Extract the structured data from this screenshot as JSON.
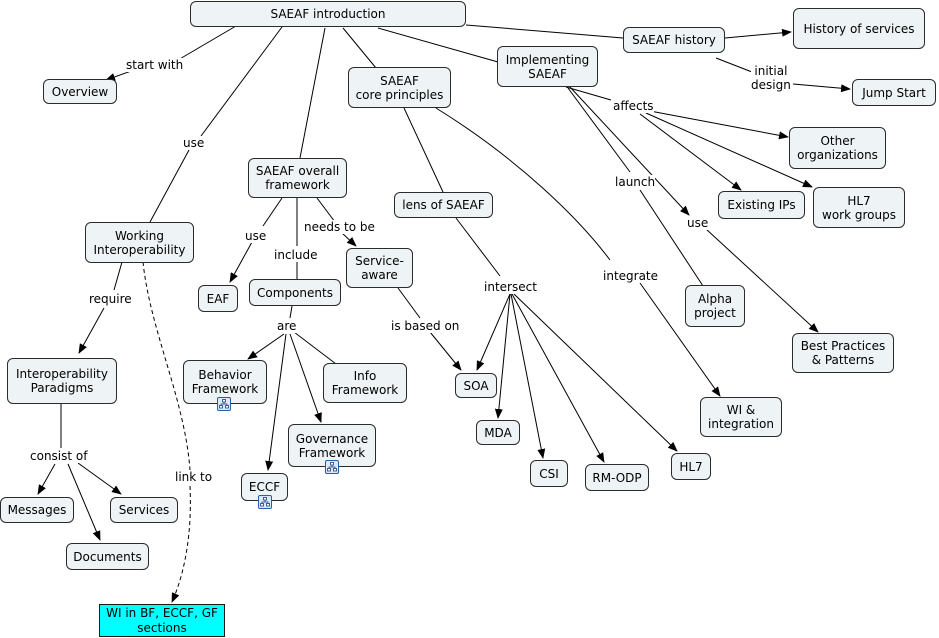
{
  "nodes": {
    "saeaf_intro": "SAEAF introduction",
    "saeaf_history": "SAEAF history",
    "history_services": "History of services",
    "jump_start": "Jump Start",
    "overview": "Overview",
    "implementing": "Implementing\nSAEAF",
    "core_principles": "SAEAF\ncore principles",
    "other_orgs": "Other\norganizations",
    "existing_ips": "Existing IPs",
    "hl7_work_groups": "HL7\nwork groups",
    "overall_framework": "SAEAF overall\nframework",
    "lens": "lens of SAEAF",
    "working_interop": "Working\nInteroperability",
    "eaf": "EAF",
    "components": "Components",
    "service_aware": "Service-\naware",
    "alpha_project": "Alpha\nproject",
    "best_practices": "Best Practices\n& Patterns",
    "interop_paradigms": "Interoperability\nParadigms",
    "behavior_framework": "Behavior\nFramework",
    "info_framework": "Info\nFramework",
    "soa": "SOA",
    "wi_integration": "WI &\nintegration",
    "mda": "MDA",
    "governance_framework": "Governance\nFramework",
    "csi": "CSI",
    "rm_odp": "RM-ODP",
    "hl7": "HL7",
    "eccf": "ECCF",
    "messages": "Messages",
    "services": "Services",
    "documents": "Documents",
    "wi_sections": "WI in BF, ECCF, GF\nsections"
  },
  "links": {
    "start_with": "start with",
    "use_left": "use",
    "initial_design": "initial\ndesign",
    "affects": "affects",
    "launch": "launch",
    "use_right": "use",
    "use_eaf": "use",
    "include": "include",
    "needs_to_be": "needs to be",
    "require": "require",
    "intersect": "intersect",
    "integrate": "integrate",
    "are": "are",
    "is_based_on": "is based on",
    "consist_of": "consist of",
    "link_to": "link to"
  },
  "colors": {
    "node_fill": "#eef4f5",
    "highlight_fill": "#00ffff",
    "line": "#000000"
  },
  "icons": {
    "submap": "submap-icon"
  }
}
